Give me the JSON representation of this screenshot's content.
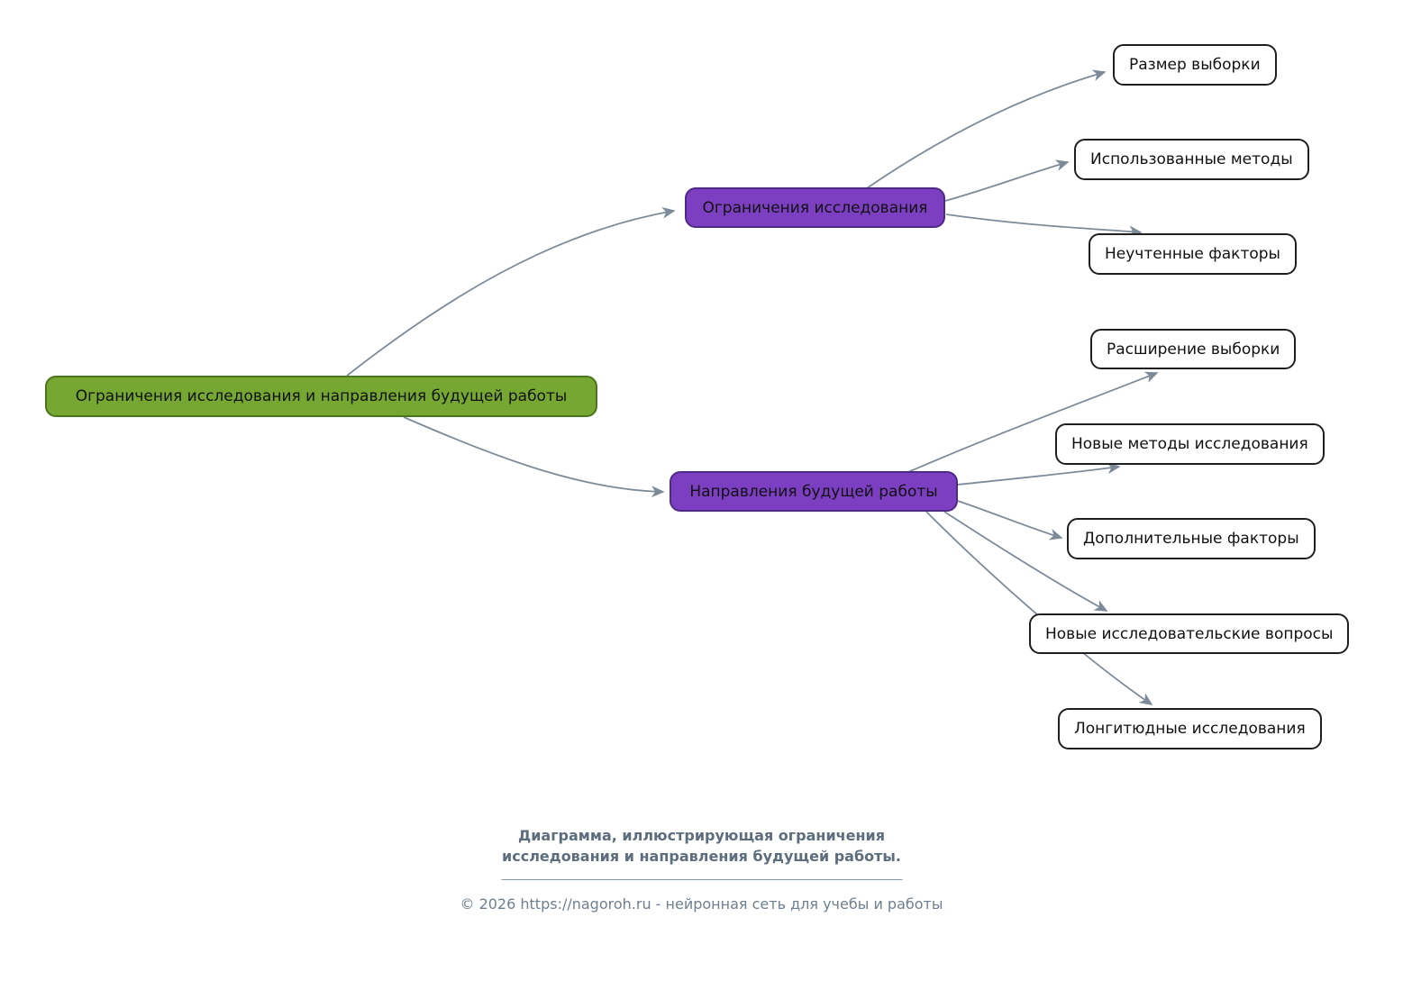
{
  "diagram": {
    "root": {
      "label": "Ограничения исследования и направления будущей работы"
    },
    "branches": [
      {
        "label": "Ограничения исследования",
        "children": [
          {
            "label": "Размер выборки"
          },
          {
            "label": "Использованные методы"
          },
          {
            "label": "Неучтенные факторы"
          }
        ]
      },
      {
        "label": "Направления будущей работы",
        "children": [
          {
            "label": "Расширение выборки"
          },
          {
            "label": "Новые методы исследования"
          },
          {
            "label": "Дополнительные факторы"
          },
          {
            "label": "Новые исследовательские вопросы"
          },
          {
            "label": "Лонгитюдные исследования"
          }
        ]
      }
    ]
  },
  "colors": {
    "root_fill": "#76a733",
    "root_border": "#4a761c",
    "branch_fill": "#7c3fc2",
    "branch_border": "#4e2a86",
    "leaf_fill": "#ffffff",
    "leaf_border": "#1f1f1f",
    "edge": "#7d8b99",
    "caption_text": "#5d6d7e",
    "footer_text": "#6e7f90"
  },
  "caption": {
    "title_line1": "Диаграмма, иллюстрирующая ограничения",
    "title_line2": "исследования и направления будущей работы.",
    "copyright": "© 2026 https://nagoroh.ru - нейронная сеть для учебы и работы"
  }
}
